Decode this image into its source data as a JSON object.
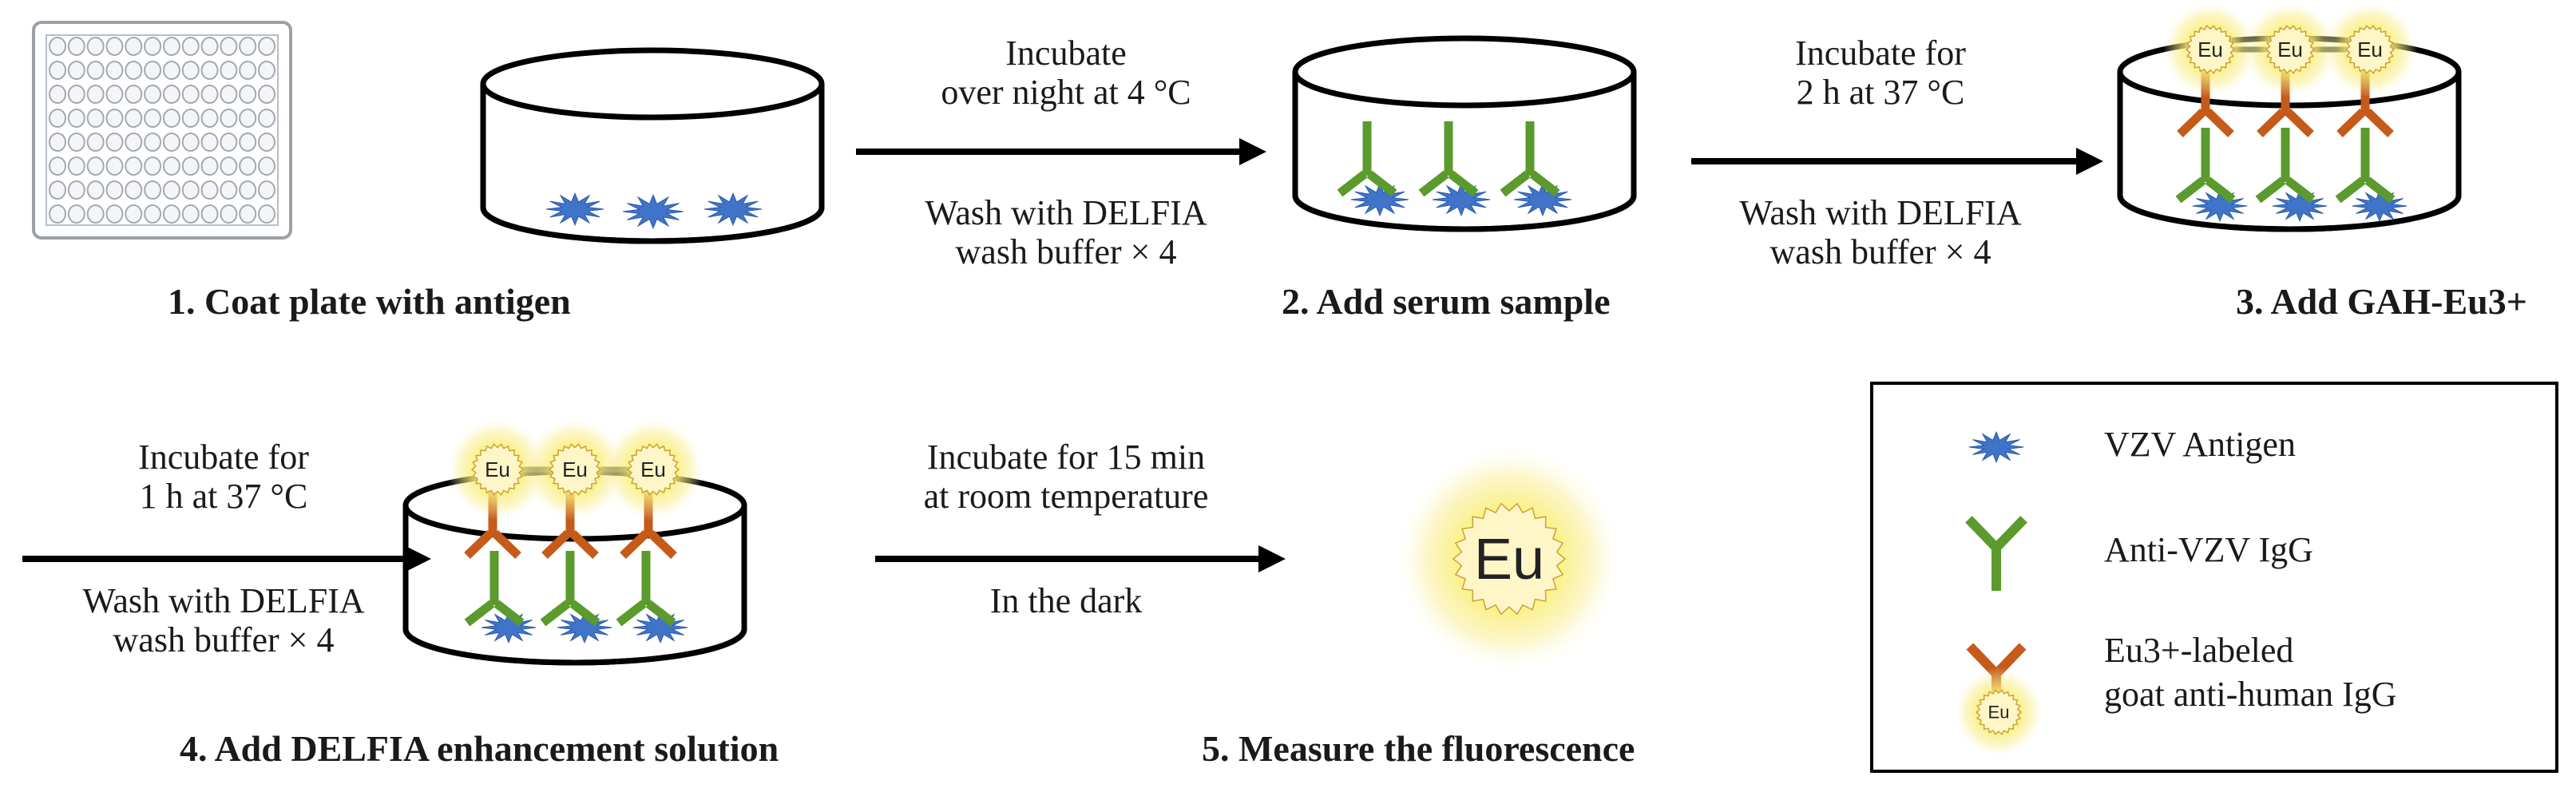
{
  "steps": [
    {
      "caption": "1. Coat plate with antigen"
    },
    {
      "caption": "2. Add serum sample"
    },
    {
      "caption": "3. Add GAH-Eu3+"
    },
    {
      "caption": "4. Add DELFIA enhancement solution"
    },
    {
      "caption": "5. Measure the fluorescence"
    }
  ],
  "transitions": [
    {
      "above": [
        "Incubate",
        "over night at 4 °C"
      ],
      "below": [
        "Wash with DELFIA",
        "wash buffer × 4"
      ]
    },
    {
      "above": [
        "Incubate for",
        "2 h  at 37 °C"
      ],
      "below": [
        "Wash with DELFIA",
        "wash buffer × 4"
      ]
    },
    {
      "above": [
        "Incubate for",
        "1 h  at 37 °C"
      ],
      "below": [
        "Wash with DELFIA",
        "wash buffer × 4"
      ]
    },
    {
      "above": [
        "Incubate for 15 min",
        "at room temperature"
      ],
      "below": [
        "In the dark"
      ]
    }
  ],
  "eu_label": "Eu",
  "legend": {
    "items": [
      {
        "label": "VZV Antigen",
        "icon": "blue-star-antigen"
      },
      {
        "label": "Anti-VZV IgG",
        "icon": "green-antibody"
      },
      {
        "label": "Eu3+-labeled",
        "label2": "goat anti-human IgG",
        "icon": "orange-antibody-with-eu"
      }
    ]
  },
  "colors": {
    "antigen": "#3f74c9",
    "igg_green": "#5b9a2c",
    "igg_orange": "#c55a19",
    "eu_glow": "#f7e34a",
    "eu_fill": "#fff6c8"
  }
}
